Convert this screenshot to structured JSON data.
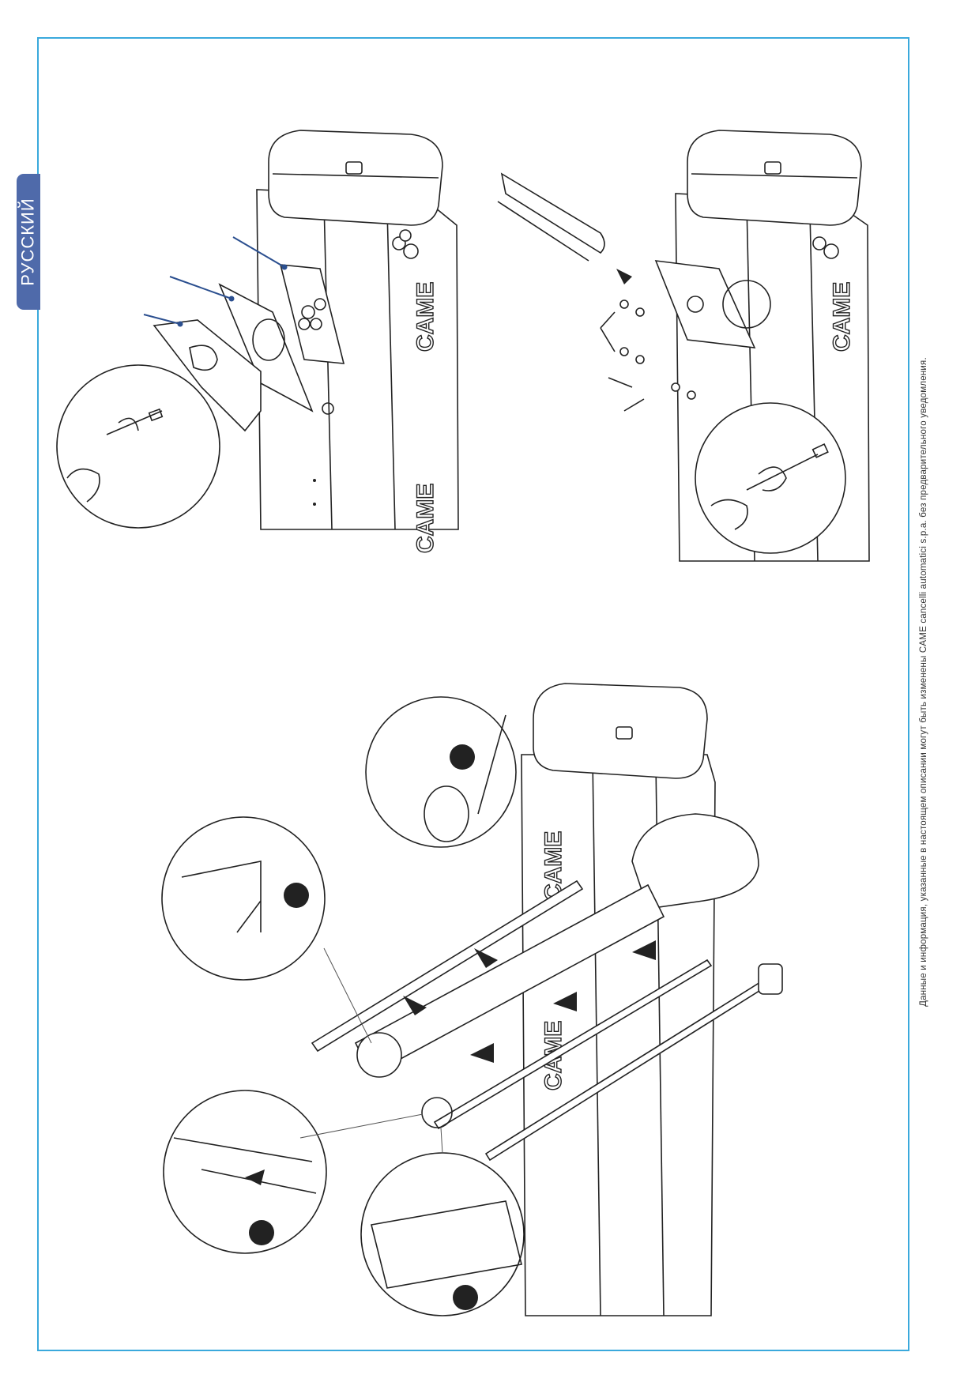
{
  "sidebar": {
    "language_label": "РУССКИЙ"
  },
  "footer": {
    "disclaimer": "Данные и информация, указанные в настоящем описании могут быть изменены CAME cancelli automatici s.p.a. без предварительного уведомления."
  },
  "illustrations": {
    "brand_text": "CAME",
    "figure_1": "barrier-cabinet-flange-mounting",
    "figure_2": "boom-bracket-screw-fixing",
    "figure_3": "boom-assembly-with-detail-circles"
  },
  "colors": {
    "frame_border": "#3aa9dc",
    "language_tab": "#4f6aaa",
    "callout_lines": "#2b4f8f"
  }
}
